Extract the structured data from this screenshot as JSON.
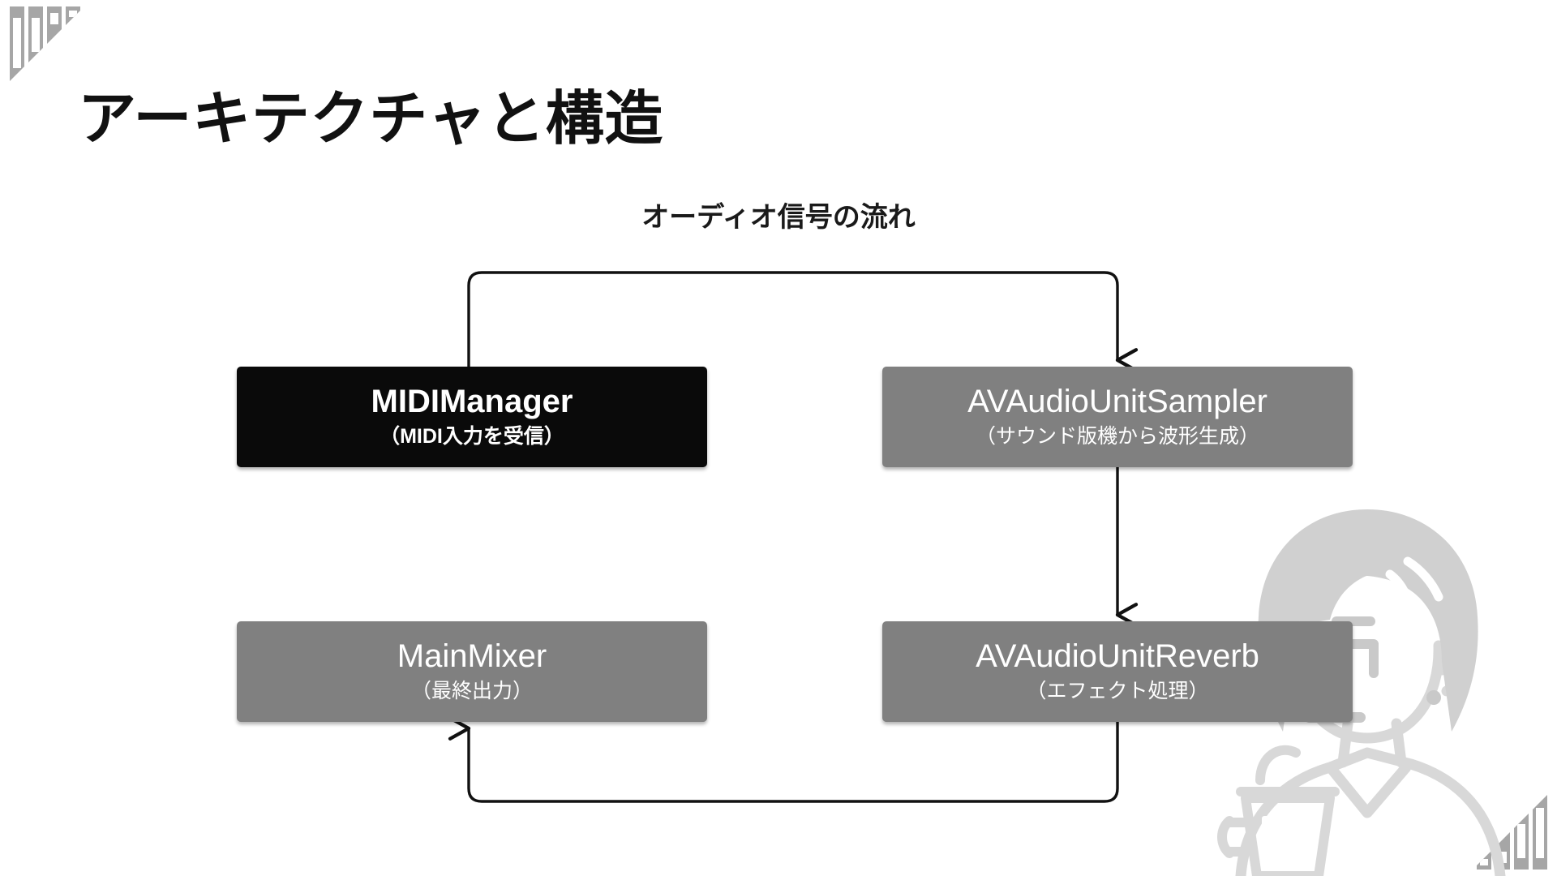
{
  "slide": {
    "title": "アーキテクチャと構造",
    "background_color": "#ffffff",
    "title_color": "#111111"
  },
  "diagram": {
    "heading": "オーディオ信号の流れ",
    "colors": {
      "node_dark": "#0a0a0a",
      "node_grey": "#808080",
      "node_text": "#ffffff",
      "connector": "#111111",
      "ornament": "#a6a6a6",
      "watermark": "#d8d8d8"
    },
    "nodes": [
      {
        "id": "midi-manager",
        "title": "MIDIManager",
        "subtitle": "（MIDI入力を受信）",
        "style": "dark"
      },
      {
        "id": "sampler",
        "title": "AVAudioUnitSampler",
        "subtitle": "（サウンド版機から波形生成）",
        "style": "grey"
      },
      {
        "id": "main-mixer",
        "title": "MainMixer",
        "subtitle": "（最終出力）",
        "style": "grey"
      },
      {
        "id": "reverb",
        "title": "AVAudioUnitReverb",
        "subtitle": "（エフェクト処理）",
        "style": "grey"
      }
    ],
    "connectors": [
      {
        "from": "midi-manager",
        "to": "sampler",
        "shape": "up-over-down"
      },
      {
        "from": "sampler",
        "to": "reverb",
        "shape": "straight-down"
      },
      {
        "from": "reverb",
        "to": "main-mixer",
        "shape": "down-under-up"
      }
    ]
  },
  "ornaments": {
    "top_left": "corner-bars-ornament",
    "bottom_right": "corner-bars-ornament"
  },
  "watermark": {
    "name": "person-with-drink-illustration"
  }
}
